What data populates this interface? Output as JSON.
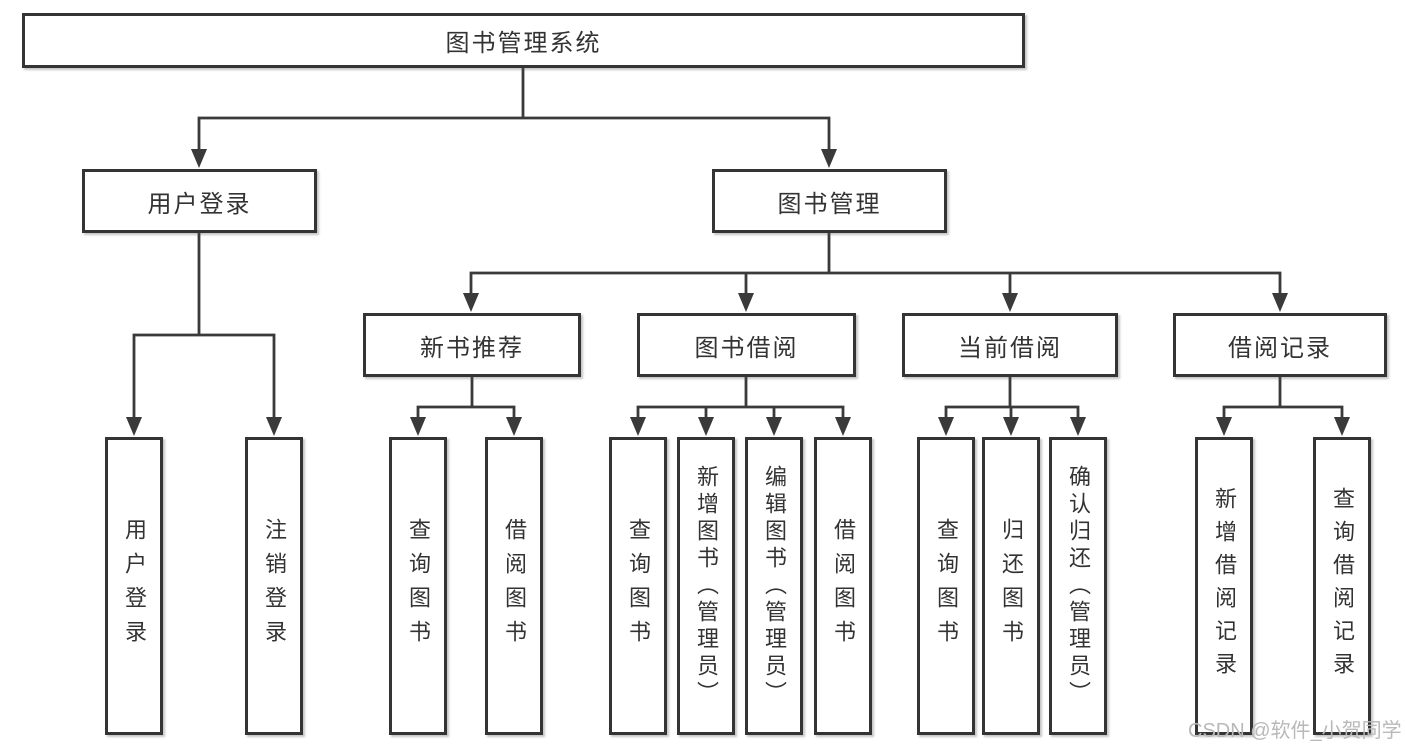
{
  "tree": {
    "label": "图书管理系统",
    "children": [
      {
        "label": "用户登录",
        "children": [
          {
            "label": "用户登录"
          },
          {
            "label": "注销登录"
          }
        ]
      },
      {
        "label": "图书管理",
        "children": [
          {
            "label": "新书推荐",
            "children": [
              {
                "label": "查询图书"
              },
              {
                "label": "借阅图书"
              }
            ]
          },
          {
            "label": "图书借阅",
            "children": [
              {
                "label": "查询图书"
              },
              {
                "label": "新增图书（管理员）"
              },
              {
                "label": "编辑图书（管理员）"
              },
              {
                "label": "借阅图书"
              }
            ]
          },
          {
            "label": "当前借阅",
            "children": [
              {
                "label": "查询图书"
              },
              {
                "label": "归还图书"
              },
              {
                "label": "确认归还（管理员）"
              }
            ]
          },
          {
            "label": "借阅记录",
            "children": [
              {
                "label": "新增借阅记录"
              },
              {
                "label": "查询借阅记录"
              }
            ]
          }
        ]
      }
    ]
  },
  "watermark": {
    "text": "CSDN @软件_小贺同学"
  },
  "colors": {
    "line": "#3a3a3a",
    "border": "#343434",
    "text": "#333333",
    "box_fill": "#ffffff",
    "watermark": "#b9b9b9"
  }
}
